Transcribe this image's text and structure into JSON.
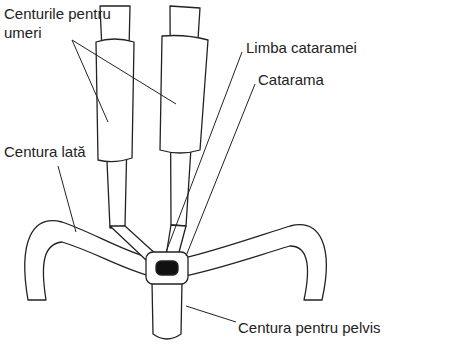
{
  "diagram": {
    "labels": [
      "Centurile pentru umeri",
      "Limba cataramei",
      "Catarama",
      "Centura lată",
      "Centura pentru pelvis"
    ]
  }
}
